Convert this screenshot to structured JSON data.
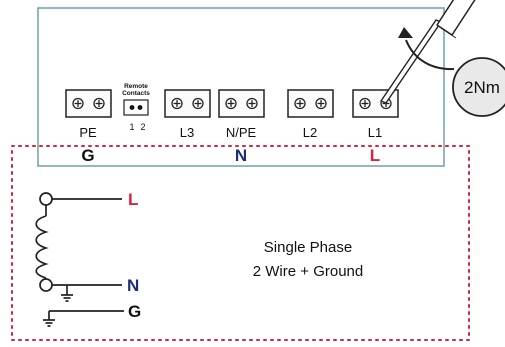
{
  "terminals": {
    "pe": "PE",
    "remote_title_line1": "Remote",
    "remote_title_line2": "Contacts",
    "remote_pin1": "1",
    "remote_pin2": "2",
    "l3": "L3",
    "npe": "N/PE",
    "l2": "L2",
    "l1": "L1"
  },
  "connections": {
    "g": "G",
    "n": "N",
    "l": "L"
  },
  "torque": "2Nm",
  "wiring": {
    "l_label": "L",
    "n_label": "N",
    "g_label": "G",
    "description_line1": "Single Phase",
    "description_line2": "2 Wire + Ground"
  },
  "colors": {
    "panel_border": "#6fa3a3",
    "dotted_border": "#d6243a",
    "red": "#d6243a",
    "navy": "#1d2d7a",
    "torque_circle": "#e9e9e9"
  }
}
